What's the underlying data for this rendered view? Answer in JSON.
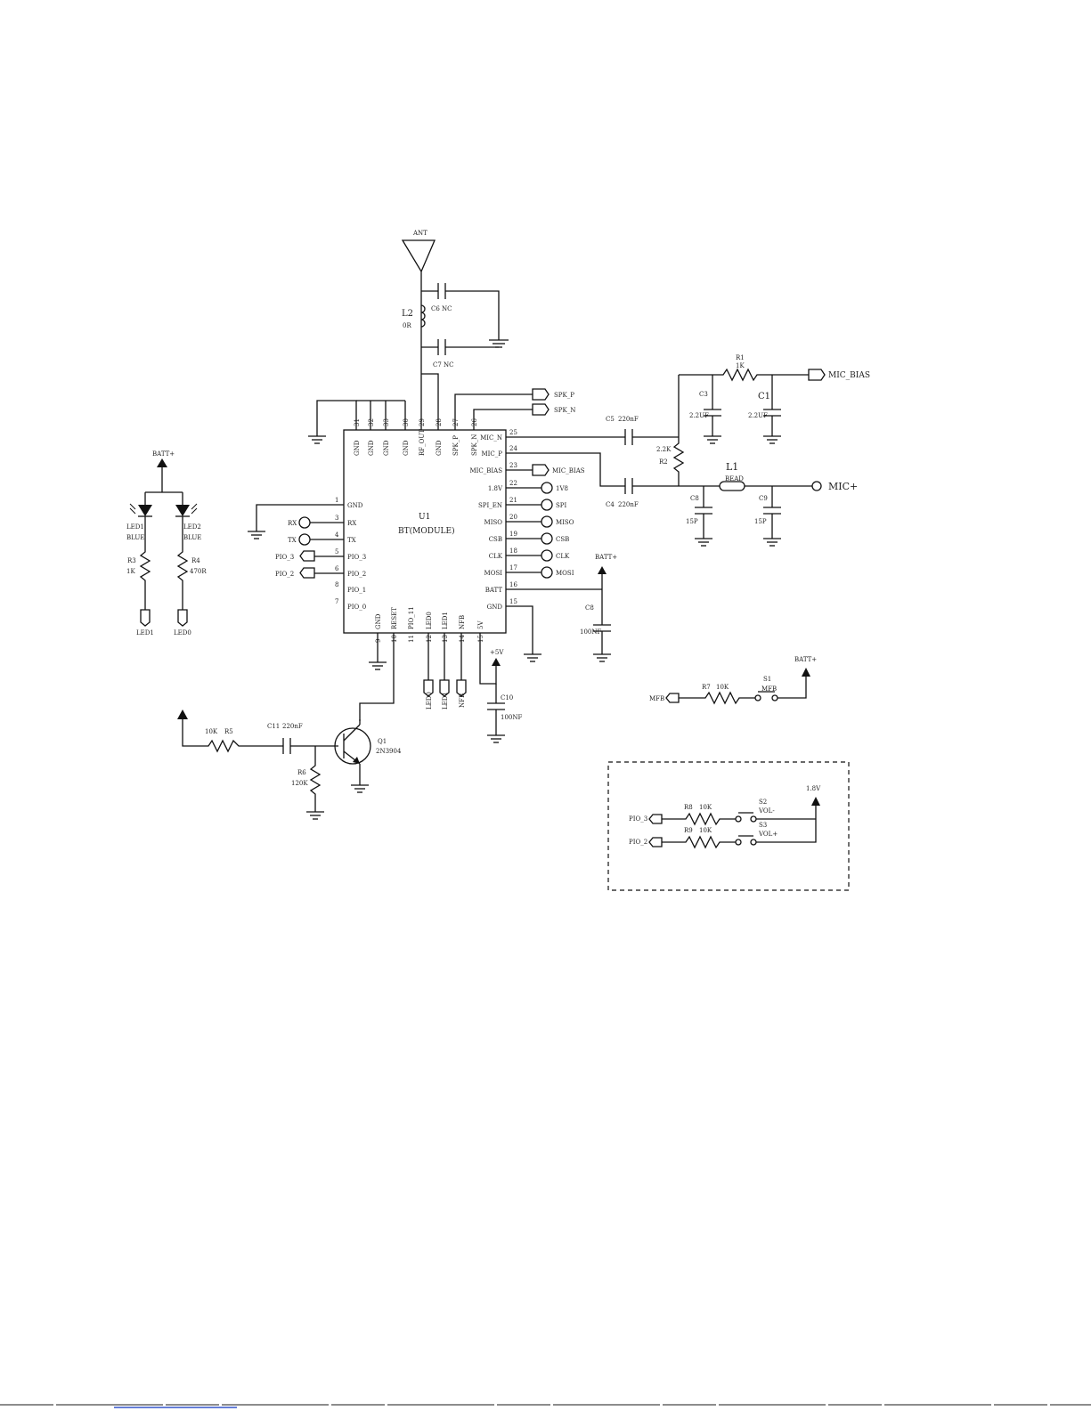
{
  "ic": {
    "ref": "U1",
    "name": "BT(MODULE)",
    "top_pins": [
      {
        "num": "31",
        "name": "GND"
      },
      {
        "num": "32",
        "name": "GND"
      },
      {
        "num": "33",
        "name": "GND"
      },
      {
        "num": "30",
        "name": "GND"
      },
      {
        "num": "29",
        "name": "RF_OUT"
      },
      {
        "num": "28",
        "name": "GND"
      },
      {
        "num": "27",
        "name": "SPK_P"
      },
      {
        "num": "26",
        "name": "SPK_N"
      }
    ],
    "left_pins": [
      {
        "num": "1",
        "name": "GND"
      },
      {
        "num": "3",
        "name": "RX"
      },
      {
        "num": "4",
        "name": "TX"
      },
      {
        "num": "5",
        "name": "PIO_3"
      },
      {
        "num": "6",
        "name": "PIO_2"
      },
      {
        "num": "8",
        "name": "PIO_1"
      },
      {
        "num": "7",
        "name": "PIO_0"
      }
    ],
    "right_pins": [
      {
        "num": "25",
        "name": "MIC_N"
      },
      {
        "num": "24",
        "name": "MIC_P"
      },
      {
        "num": "23",
        "name": "MIC_BIAS"
      },
      {
        "num": "22",
        "name": "1.8V"
      },
      {
        "num": "21",
        "name": "SPI_EN"
      },
      {
        "num": "20",
        "name": "MISO"
      },
      {
        "num": "19",
        "name": "CSB"
      },
      {
        "num": "18",
        "name": "CLK"
      },
      {
        "num": "17",
        "name": "MOSI"
      },
      {
        "num": "16",
        "name": "BATT"
      },
      {
        "num": "15",
        "name": "GND"
      }
    ],
    "bottom_pins": [
      {
        "num": "9",
        "name": "GND"
      },
      {
        "num": "10",
        "name": "RESET"
      },
      {
        "num": "11",
        "name": "PIO_11"
      },
      {
        "num": "12",
        "name": "LED0"
      },
      {
        "num": "13",
        "name": "LED1"
      },
      {
        "num": "14",
        "name": "NFB"
      },
      {
        "num": "15",
        "name": "5V"
      }
    ]
  },
  "antenna": {
    "label": "ANT"
  },
  "rf": {
    "l2": "L2",
    "l2_val": "0R",
    "c6": "C6 NC",
    "c7": "C7 NC"
  },
  "speaker": {
    "p": "SPK_P",
    "n": "SPK_N"
  },
  "mic": {
    "c4_top": "C5",
    "c4_top_val": "220nF",
    "c4_bot": "C4",
    "c4_bot_val": "220nF",
    "r2": "R2",
    "r2_val": "2.2K",
    "r1": "R1",
    "r1_val": "1K",
    "c3": "C3",
    "c3_val": "2.2UF",
    "c1": "C1",
    "c1_val": "2.2UF",
    "l1": "L1",
    "l1_val": "BEAD",
    "c8": "C8",
    "c8_val": "15P",
    "c9": "C9",
    "c9_val": "15P",
    "mic_bias_label": "MIC_BIAS",
    "mic_plus_label": "MIC+"
  },
  "right_pin_tags": {
    "p22": "1V8",
    "p21": "SPI",
    "p20": "MISO",
    "p19": "CSB",
    "p18": "CLK",
    "p17": "MOSI"
  },
  "left_pin_tags": {
    "rx": "RX",
    "tx": "TX",
    "pio3": "PIO_3",
    "pio2": "PIO_2"
  },
  "batt": {
    "label": "BATT+",
    "c_ref": "C8",
    "c_val": "100NF"
  },
  "leds": {
    "supply": "BATT+",
    "led1": "LED1",
    "led1_color": "BLUE",
    "led2": "LED2",
    "led2_color": "BLUE",
    "r3": "R3",
    "r3_val": "1K",
    "r4": "R4",
    "r4_val": "470R",
    "tag1": "LED1",
    "tag2": "LED0"
  },
  "bottom_tags": {
    "led0": "LED0",
    "led1": "LED1",
    "nfb": "NFB"
  },
  "five_v": {
    "label": "+5V",
    "c_ref": "C10",
    "c_val": "100NF"
  },
  "transistor": {
    "r5_val": "10K",
    "r5": "R5",
    "c11": "C11",
    "c11_val": "220nF",
    "r6": "R6",
    "r6_val": "120K",
    "q": "Q1",
    "q_part": "2N3904"
  },
  "switch_mfb": {
    "tag": "MFB",
    "r7": "R7",
    "r7_val": "10K",
    "sw": "S1",
    "sw_name": "MFB",
    "supply": "BATT+"
  },
  "volume": {
    "supply": "1.8V",
    "r8": "R8",
    "r8_val": "10K",
    "tag1": "PIO_3",
    "sw1": "S2",
    "sw1_name": "VOL-",
    "r9": "R9",
    "r9_val": "10K",
    "tag2": "PIO_2",
    "sw2": "S3",
    "sw2_name": "VOL+"
  }
}
